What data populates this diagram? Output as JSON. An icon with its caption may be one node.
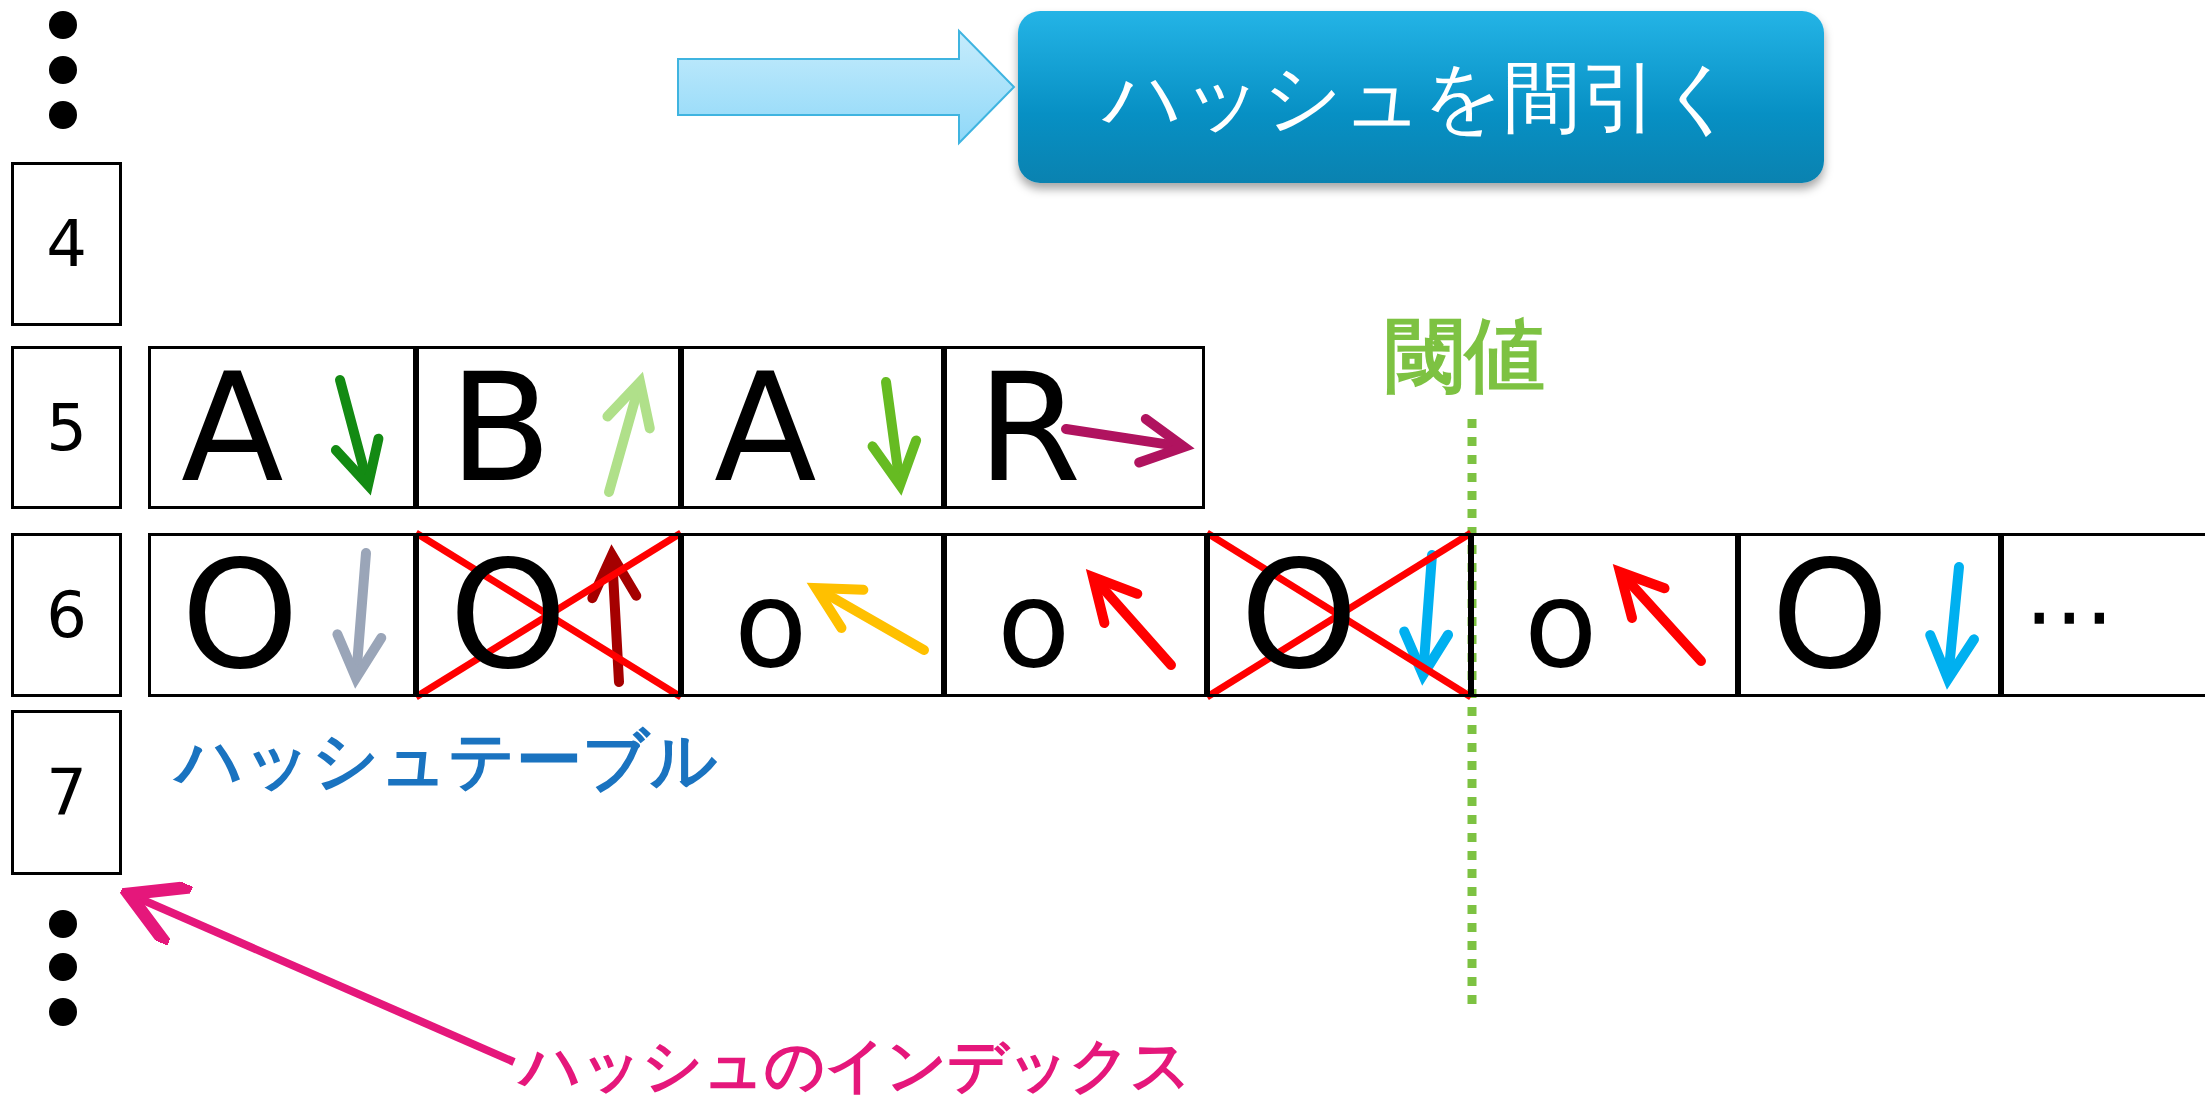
{
  "diagram": {
    "nodes": [
      {
        "text": [
          "ハッシュを間引く"
        ]
      },
      {
        "text": [
          "4"
        ]
      },
      {
        "text": [
          "5"
        ]
      },
      {
        "text": [
          "6"
        ]
      },
      {
        "text": [
          "7"
        ]
      },
      {
        "text": [
          "A"
        ]
      },
      {
        "text": [
          "B"
        ]
      },
      {
        "text": [
          "A"
        ]
      },
      {
        "text": [
          "R"
        ]
      },
      {
        "text": [
          "O"
        ]
      },
      {
        "text": [
          "O"
        ]
      },
      {
        "text": [
          "o"
        ]
      },
      {
        "text": [
          "o"
        ]
      },
      {
        "text": [
          "O"
        ]
      },
      {
        "text": [
          "o"
        ]
      },
      {
        "text": [
          "O"
        ]
      },
      {
        "text": [
          "⋯"
        ]
      },
      {
        "text": [
          "ハッシュのインデックス"
        ]
      }
    ],
    "edges": [
      {
        "from": null,
        "to": 0,
        "arrow": "to",
        "color": "#8fd8f8"
      },
      {
        "from": 17,
        "to": 4,
        "arrow": "to",
        "color": "#e5177b"
      }
    ],
    "labels": [
      "閾値",
      "ハッシュテーブル"
    ]
  }
}
